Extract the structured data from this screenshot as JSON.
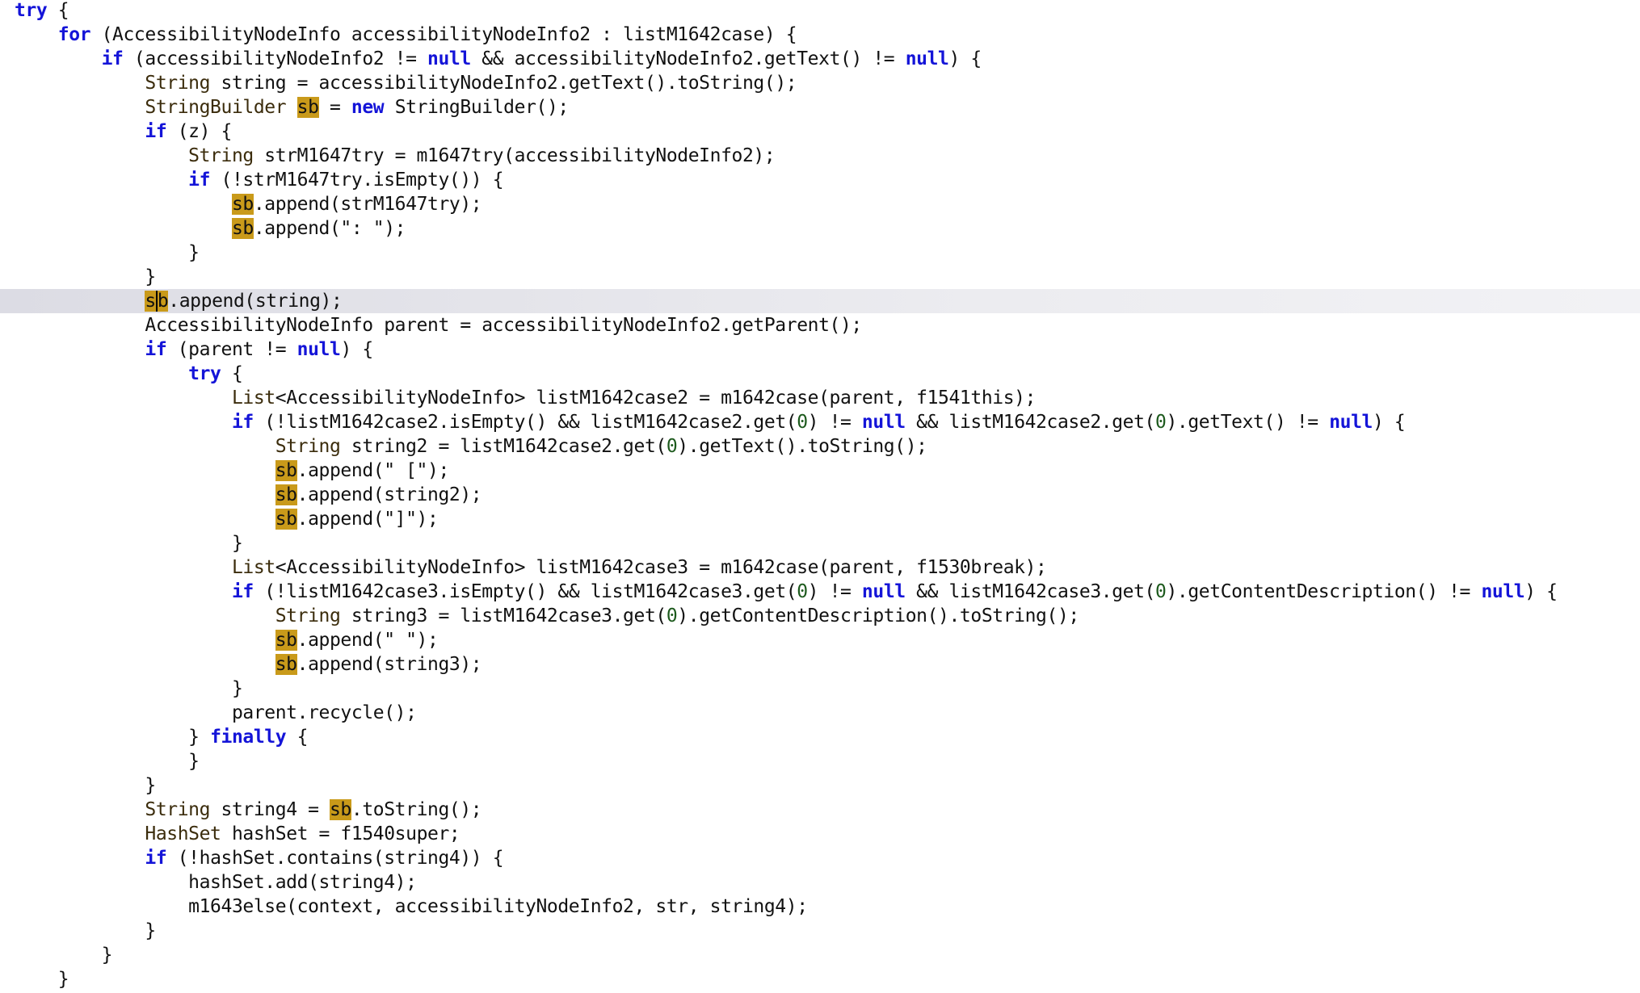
{
  "colors": {
    "keyword": "#1414d8",
    "type": "#3b2c0c",
    "number": "#1d5a1d",
    "occurrence_highlight": "#c99a1a",
    "current_line": "#e4e4ea"
  },
  "current_line_index": 11,
  "lines": [
    [
      [
        "try",
        "k"
      ],
      [
        " {",
        "p"
      ]
    ],
    [
      [
        "    ",
        "p"
      ],
      [
        "for",
        "k"
      ],
      [
        " (AccessibilityNodeInfo accessibilityNodeInfo2 : listM1642case) {",
        "p"
      ]
    ],
    [
      [
        "        ",
        "p"
      ],
      [
        "if",
        "k"
      ],
      [
        " (accessibilityNodeInfo2 != ",
        "p"
      ],
      [
        "null",
        "k"
      ],
      [
        " && accessibilityNodeInfo2.getText() != ",
        "p"
      ],
      [
        "null",
        "k"
      ],
      [
        ") {",
        "p"
      ]
    ],
    [
      [
        "            ",
        "p"
      ],
      [
        "String",
        "t"
      ],
      [
        " string = accessibilityNodeInfo2.getText().toString();",
        "p"
      ]
    ],
    [
      [
        "            ",
        "p"
      ],
      [
        "StringBuilder",
        "t"
      ],
      [
        " ",
        "p"
      ],
      [
        "sb",
        "h"
      ],
      [
        " = ",
        "p"
      ],
      [
        "new",
        "k"
      ],
      [
        " StringBuilder();",
        "p"
      ]
    ],
    [
      [
        "            ",
        "p"
      ],
      [
        "if",
        "k"
      ],
      [
        " (z) {",
        "p"
      ]
    ],
    [
      [
        "                ",
        "p"
      ],
      [
        "String",
        "t"
      ],
      [
        " strM1647try = m1647try(accessibilityNodeInfo2);",
        "p"
      ]
    ],
    [
      [
        "                ",
        "p"
      ],
      [
        "if",
        "k"
      ],
      [
        " (!strM1647try.isEmpty()) {",
        "p"
      ]
    ],
    [
      [
        "                    ",
        "p"
      ],
      [
        "sb",
        "h"
      ],
      [
        ".append(strM1647try);",
        "p"
      ]
    ],
    [
      [
        "                    ",
        "p"
      ],
      [
        "sb",
        "h"
      ],
      [
        ".append(\": \");",
        "p"
      ]
    ],
    [
      [
        "                }",
        "p"
      ]
    ],
    [
      [
        "            }",
        "p"
      ]
    ],
    [
      [
        "            ",
        "p"
      ],
      [
        "s",
        "h"
      ],
      [
        "b",
        "hc"
      ],
      [
        ".append(string);",
        "p"
      ]
    ],
    [
      [
        "            AccessibilityNodeInfo parent = accessibilityNodeInfo2.getParent();",
        "p"
      ]
    ],
    [
      [
        "            ",
        "p"
      ],
      [
        "if",
        "k"
      ],
      [
        " (parent != ",
        "p"
      ],
      [
        "null",
        "k"
      ],
      [
        ") {",
        "p"
      ]
    ],
    [
      [
        "                ",
        "p"
      ],
      [
        "try",
        "k"
      ],
      [
        " {",
        "p"
      ]
    ],
    [
      [
        "                    ",
        "p"
      ],
      [
        "List",
        "t"
      ],
      [
        "<AccessibilityNodeInfo> listM1642case2 = m1642case(parent, f1541this);",
        "p"
      ]
    ],
    [
      [
        "                    ",
        "p"
      ],
      [
        "if",
        "k"
      ],
      [
        " (!listM1642case2.isEmpty() && listM1642case2.get(",
        "p"
      ],
      [
        "0",
        "n"
      ],
      [
        ") != ",
        "p"
      ],
      [
        "null",
        "k"
      ],
      [
        " && listM1642case2.get(",
        "p"
      ],
      [
        "0",
        "n"
      ],
      [
        ").getText() != ",
        "p"
      ],
      [
        "null",
        "k"
      ],
      [
        ") {",
        "p"
      ]
    ],
    [
      [
        "                        ",
        "p"
      ],
      [
        "String",
        "t"
      ],
      [
        " string2 = listM1642case2.get(",
        "p"
      ],
      [
        "0",
        "n"
      ],
      [
        ").getText().toString();",
        "p"
      ]
    ],
    [
      [
        "                        ",
        "p"
      ],
      [
        "sb",
        "h"
      ],
      [
        ".append(\" [\");",
        "p"
      ]
    ],
    [
      [
        "                        ",
        "p"
      ],
      [
        "sb",
        "h"
      ],
      [
        ".append(string2);",
        "p"
      ]
    ],
    [
      [
        "                        ",
        "p"
      ],
      [
        "sb",
        "h"
      ],
      [
        ".append(\"]\");",
        "p"
      ]
    ],
    [
      [
        "                    }",
        "p"
      ]
    ],
    [
      [
        "                    ",
        "p"
      ],
      [
        "List",
        "t"
      ],
      [
        "<AccessibilityNodeInfo> listM1642case3 = m1642case(parent, f1530break);",
        "p"
      ]
    ],
    [
      [
        "                    ",
        "p"
      ],
      [
        "if",
        "k"
      ],
      [
        " (!listM1642case3.isEmpty() && listM1642case3.get(",
        "p"
      ],
      [
        "0",
        "n"
      ],
      [
        ") != ",
        "p"
      ],
      [
        "null",
        "k"
      ],
      [
        " && listM1642case3.get(",
        "p"
      ],
      [
        "0",
        "n"
      ],
      [
        ").getContentDescription() != ",
        "p"
      ],
      [
        "null",
        "k"
      ],
      [
        ") {",
        "p"
      ]
    ],
    [
      [
        "                        ",
        "p"
      ],
      [
        "String",
        "t"
      ],
      [
        " string3 = listM1642case3.get(",
        "p"
      ],
      [
        "0",
        "n"
      ],
      [
        ").getContentDescription().toString();",
        "p"
      ]
    ],
    [
      [
        "                        ",
        "p"
      ],
      [
        "sb",
        "h"
      ],
      [
        ".append(\" \");",
        "p"
      ]
    ],
    [
      [
        "                        ",
        "p"
      ],
      [
        "sb",
        "h"
      ],
      [
        ".append(string3);",
        "p"
      ]
    ],
    [
      [
        "                    }",
        "p"
      ]
    ],
    [
      [
        "                    parent.recycle();",
        "p"
      ]
    ],
    [
      [
        "                } ",
        "p"
      ],
      [
        "finally",
        "k"
      ],
      [
        " {",
        "p"
      ]
    ],
    [
      [
        "                }",
        "p"
      ]
    ],
    [
      [
        "            }",
        "p"
      ]
    ],
    [
      [
        "            ",
        "p"
      ],
      [
        "String",
        "t"
      ],
      [
        " string4 = ",
        "p"
      ],
      [
        "sb",
        "h"
      ],
      [
        ".toString();",
        "p"
      ]
    ],
    [
      [
        "            ",
        "p"
      ],
      [
        "HashSet",
        "t"
      ],
      [
        " hashSet = f1540super;",
        "p"
      ]
    ],
    [
      [
        "            ",
        "p"
      ],
      [
        "if",
        "k"
      ],
      [
        " (!hashSet.contains(string4)) {",
        "p"
      ]
    ],
    [
      [
        "                hashSet.add(string4);",
        "p"
      ]
    ],
    [
      [
        "                m1643else(context, accessibilityNodeInfo2, str, string4);",
        "p"
      ]
    ],
    [
      [
        "            }",
        "p"
      ]
    ],
    [
      [
        "        }",
        "p"
      ]
    ],
    [
      [
        "    }",
        "p"
      ]
    ]
  ]
}
